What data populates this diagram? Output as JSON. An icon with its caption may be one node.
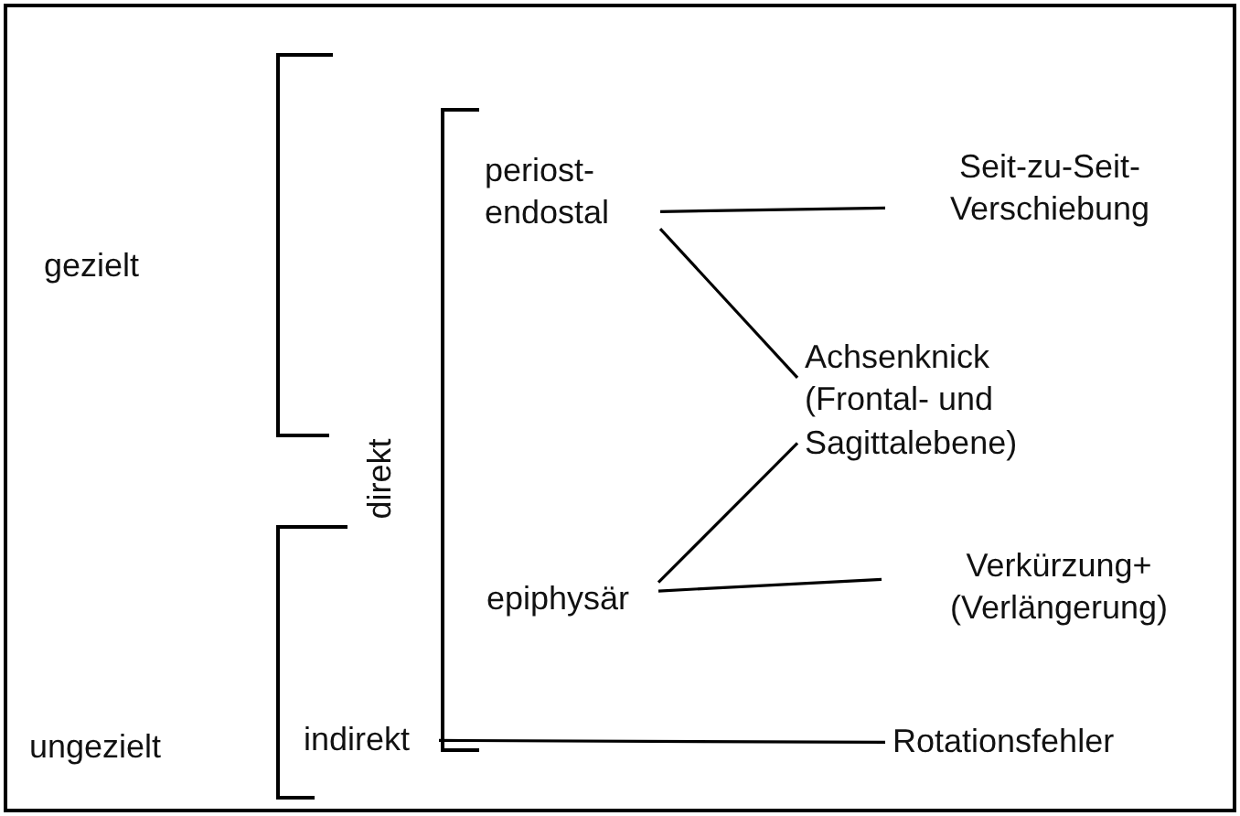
{
  "diagram": {
    "nodes": [
      {
        "text": [
          "gezielt"
        ]
      },
      {
        "text": [
          "ungezielt"
        ]
      },
      {
        "text": [
          "direkt"
        ]
      },
      {
        "text": [
          "indirekt"
        ]
      },
      {
        "text": [
          "periost- endostal"
        ]
      },
      {
        "text": [
          "epiphysär"
        ]
      },
      {
        "text": [
          "Seit-zu-Seit- Verschiebung"
        ]
      },
      {
        "text": [
          "Achsenknick (Frontal- und Sagittalebene)"
        ]
      },
      {
        "text": [
          "Verkürzung+ (Verlängerung)"
        ]
      },
      {
        "text": [
          "Rotationsfehler"
        ]
      }
    ],
    "edges": [
      {
        "from": 4,
        "to": 6,
        "arrow": "none"
      },
      {
        "from": 4,
        "to": 7,
        "arrow": "none"
      },
      {
        "from": 5,
        "to": 7,
        "arrow": "none"
      },
      {
        "from": 5,
        "to": 8,
        "arrow": "none"
      },
      {
        "from": 3,
        "to": 9,
        "arrow": "none"
      }
    ]
  }
}
